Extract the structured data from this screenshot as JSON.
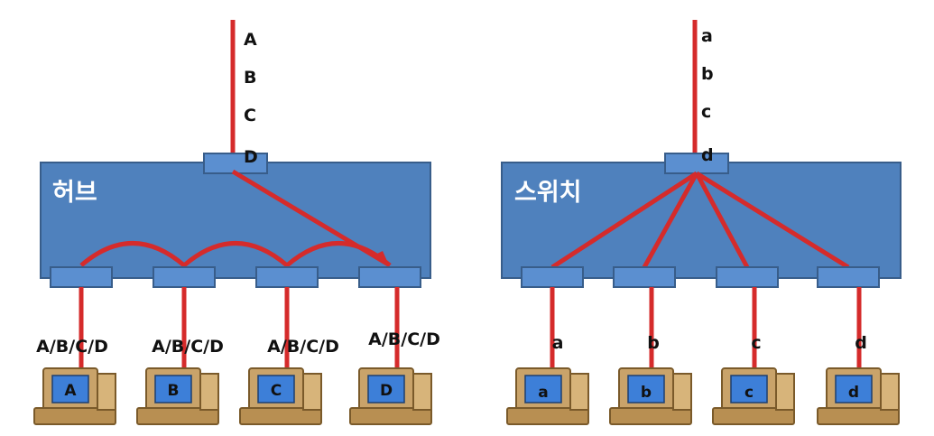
{
  "hub": {
    "title": "허브",
    "uplink_labels": [
      "A",
      "B",
      "C",
      "D"
    ],
    "port_labels": [
      "A/B/C/D",
      "A/B/C/D",
      "A/B/C/D",
      "A/B/C/D"
    ],
    "pc_labels": [
      "A",
      "B",
      "C",
      "D"
    ]
  },
  "switch": {
    "title": "스위치",
    "uplink_labels": [
      "a",
      "b",
      "c",
      "d"
    ],
    "port_labels": [
      "a",
      "b",
      "c",
      "d"
    ],
    "pc_labels": [
      "a",
      "b",
      "c",
      "d"
    ]
  },
  "colors": {
    "device_fill": "#4f81bd",
    "device_stroke": "#385d8a",
    "port_fill": "#5b8fd0",
    "link": "#d52b2b",
    "pc_body": "#c9a36a",
    "pc_screen": "#3d7fd8"
  }
}
